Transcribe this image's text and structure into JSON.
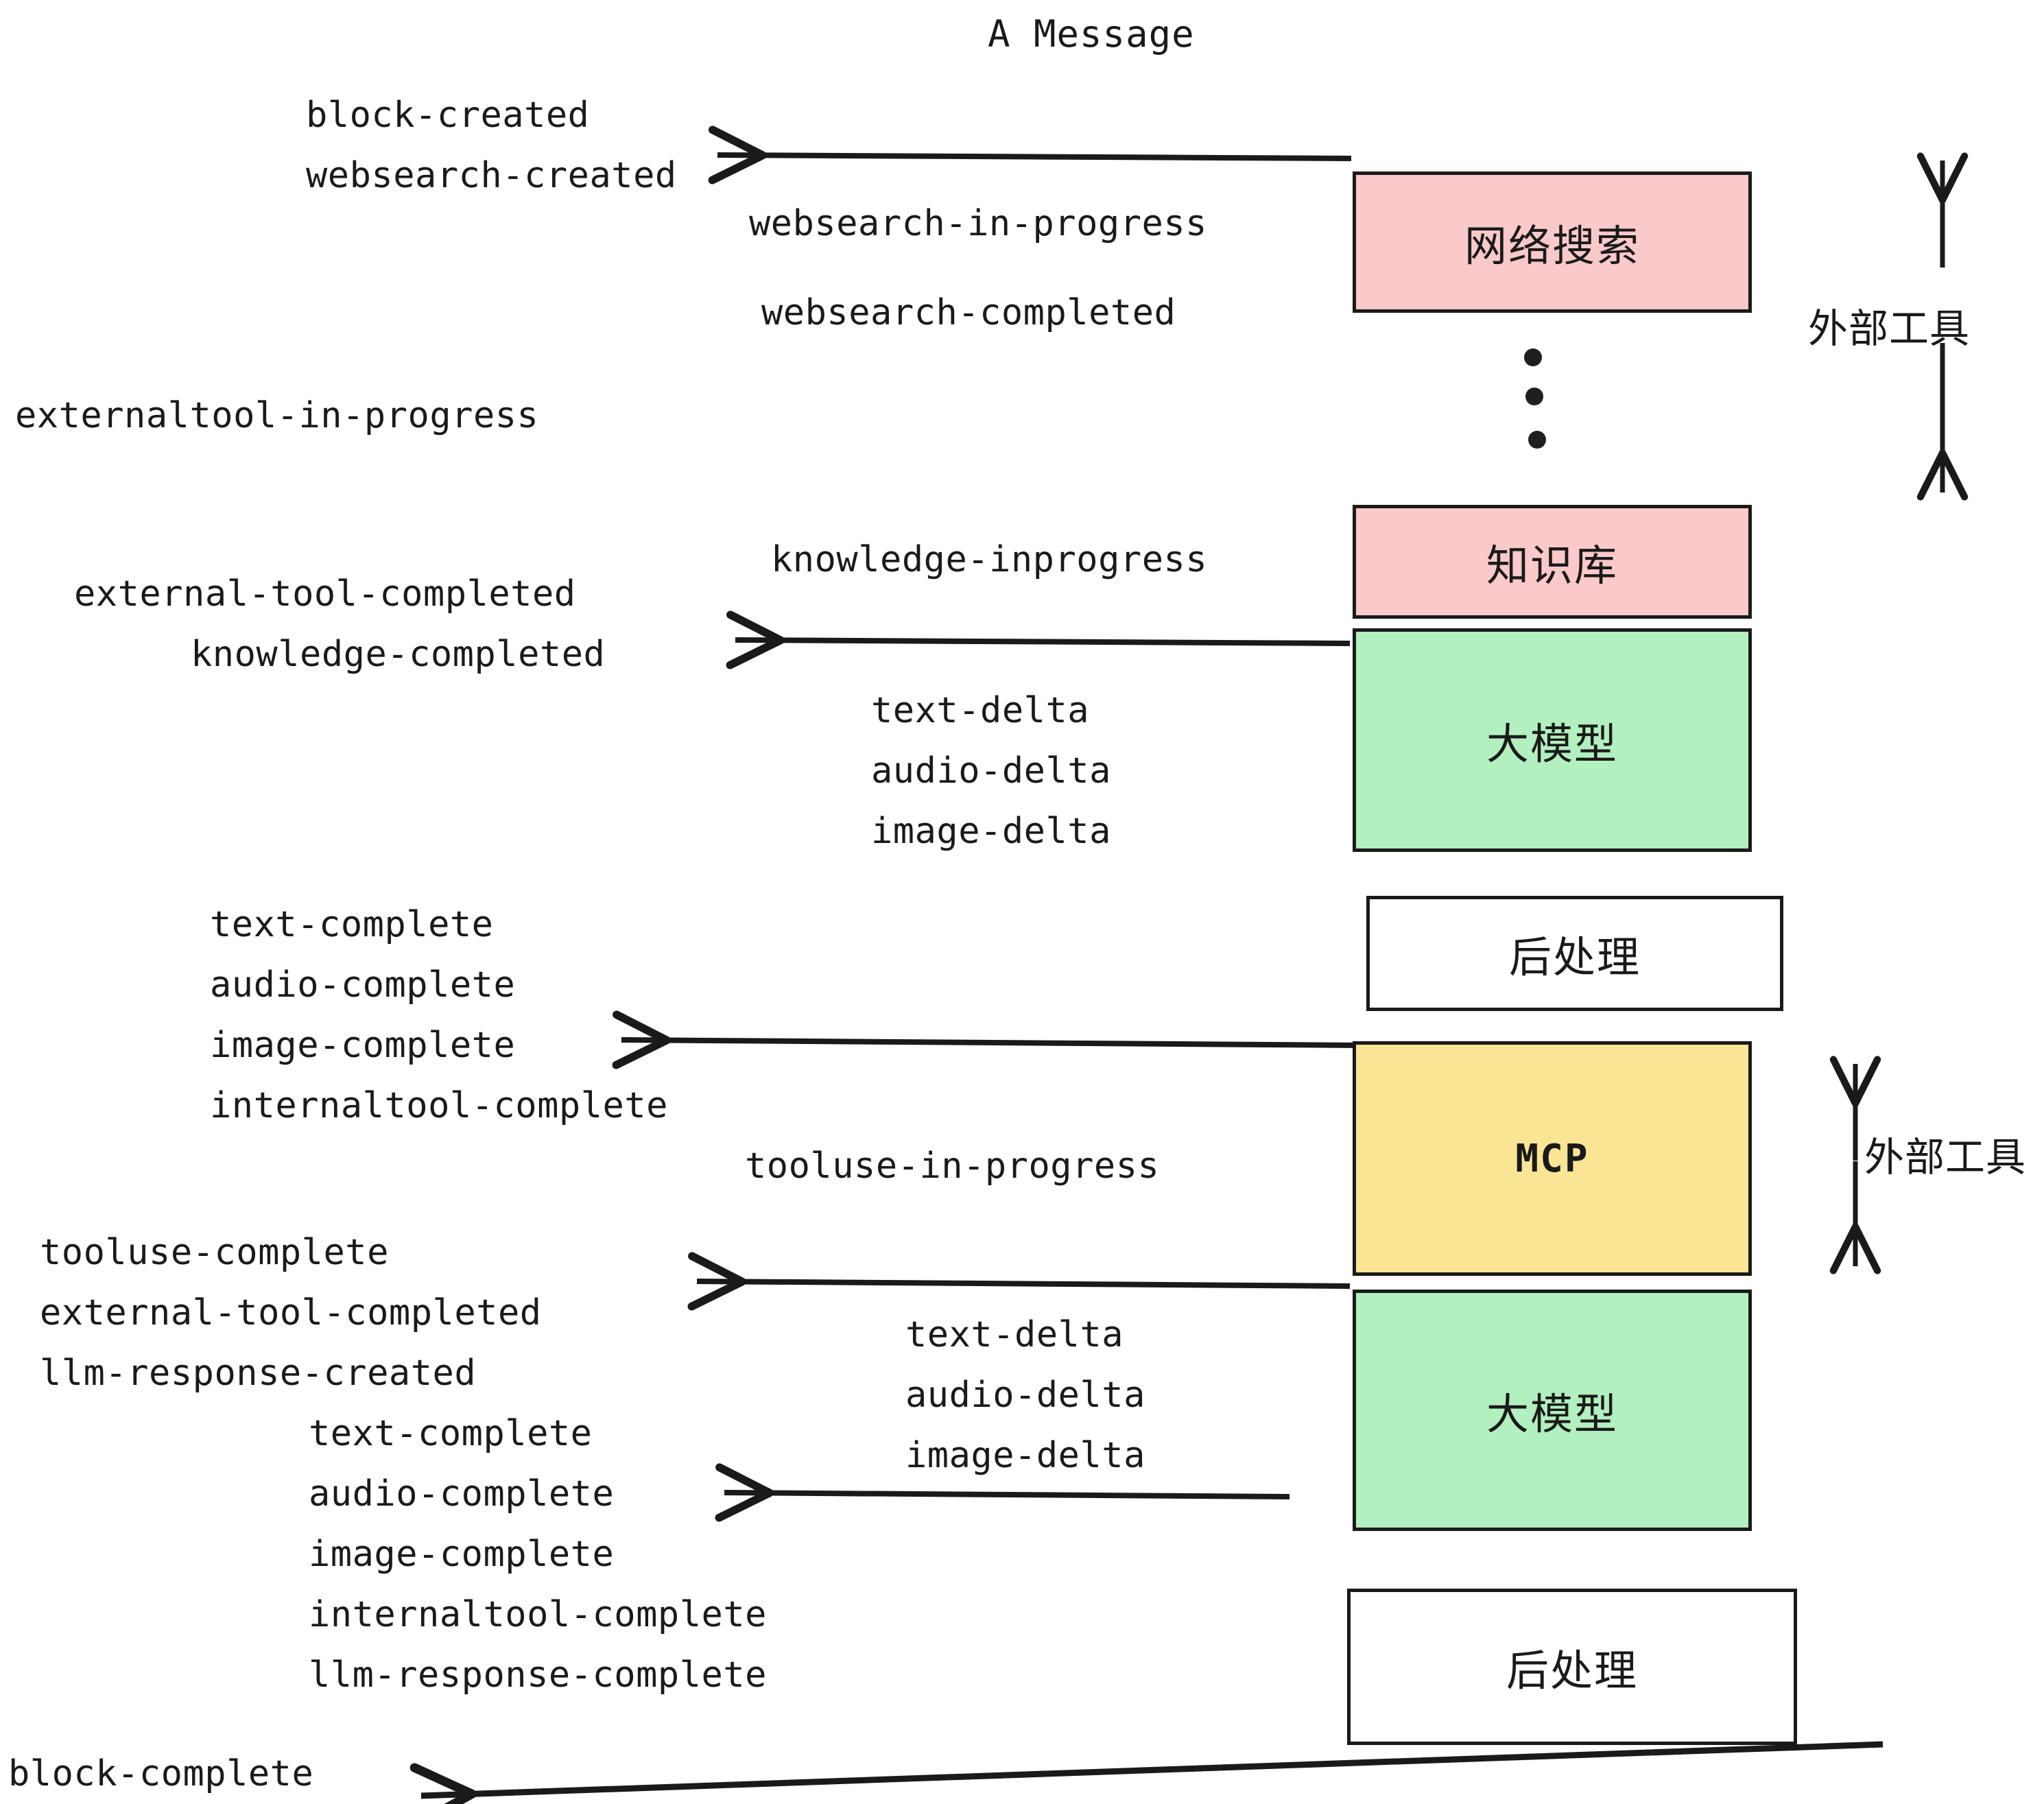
{
  "diagram": {
    "title": "A Message",
    "colors": {
      "external_tool_fill": "#fac9c9",
      "llm_fill": "#b2f0bf",
      "mcp_fill": "#fae595",
      "postprocess_fill": "#ffffff",
      "stroke": "#1a1a1a",
      "background": "#ffffff"
    },
    "nodes": [
      {
        "id": "websearch",
        "label": "网络搜索",
        "fill_key": "external_tool_fill"
      },
      {
        "id": "knowledge",
        "label": "知识库",
        "fill_key": "external_tool_fill"
      },
      {
        "id": "llm-1",
        "label": "大模型",
        "fill_key": "llm_fill"
      },
      {
        "id": "postprocess-1",
        "label": "后处理",
        "fill_key": "postprocess_fill"
      },
      {
        "id": "mcp",
        "label": "MCP",
        "fill_key": "mcp_fill"
      },
      {
        "id": "llm-2",
        "label": "大模型",
        "fill_key": "llm_fill"
      },
      {
        "id": "postprocess-2",
        "label": "后处理",
        "fill_key": "postprocess_fill"
      }
    ],
    "group_labels": [
      {
        "id": "external-tools-top",
        "text": "外部工具"
      },
      {
        "id": "external-tools-bottom",
        "text": "外部工具"
      }
    ],
    "events": [
      {
        "id": "block-created",
        "text": "block-created"
      },
      {
        "id": "websearch-created",
        "text": "websearch-created"
      },
      {
        "id": "websearch-in-progress",
        "text": "websearch-in-progress"
      },
      {
        "id": "websearch-completed",
        "text": "websearch-completed"
      },
      {
        "id": "externaltool-in-progress",
        "text": "externaltool-in-progress"
      },
      {
        "id": "knowledge-inprogress",
        "text": "knowledge-inprogress"
      },
      {
        "id": "external-tool-completed-1",
        "text": "external-tool-completed"
      },
      {
        "id": "knowledge-completed",
        "text": "knowledge-completed"
      },
      {
        "id": "text-delta-1",
        "text": "text-delta"
      },
      {
        "id": "audio-delta-1",
        "text": "audio-delta"
      },
      {
        "id": "image-delta-1",
        "text": "image-delta"
      },
      {
        "id": "text-complete-1",
        "text": "text-complete"
      },
      {
        "id": "audio-complete-1",
        "text": "audio-complete"
      },
      {
        "id": "image-complete-1",
        "text": "image-complete"
      },
      {
        "id": "internaltool-complete-1",
        "text": "internaltool-complete"
      },
      {
        "id": "tooluse-in-progress",
        "text": "tooluse-in-progress"
      },
      {
        "id": "tooluse-complete",
        "text": "tooluse-complete"
      },
      {
        "id": "external-tool-completed-2",
        "text": "external-tool-completed"
      },
      {
        "id": "llm-response-created",
        "text": "llm-response-created"
      },
      {
        "id": "text-delta-2",
        "text": "text-delta"
      },
      {
        "id": "audio-delta-2",
        "text": "audio-delta"
      },
      {
        "id": "image-delta-2",
        "text": "image-delta"
      },
      {
        "id": "text-complete-2",
        "text": "text-complete"
      },
      {
        "id": "audio-complete-2",
        "text": "audio-complete"
      },
      {
        "id": "image-complete-2",
        "text": "image-complete"
      },
      {
        "id": "internaltool-complete-2",
        "text": "internaltool-complete"
      },
      {
        "id": "llm-response-complete",
        "text": "llm-response-complete"
      },
      {
        "id": "block-complete",
        "text": "block-complete"
      }
    ]
  }
}
